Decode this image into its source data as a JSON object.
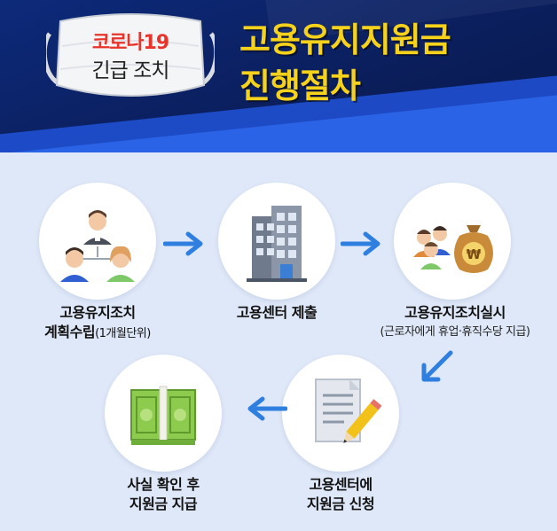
{
  "header": {
    "badge_line1": "코로나19",
    "badge_line2": "긴급 조치",
    "title_line1": "고용유지지원금",
    "title_line2": "진행절차"
  },
  "steps": [
    {
      "title_line1": "고용유지조치",
      "title_line2": "계획수립",
      "note": "(1개월단위)",
      "icon": "people-org-icon"
    },
    {
      "title_line1": "고용센터 제출",
      "icon": "building-icon"
    },
    {
      "title_line1": "고용유지조치실시",
      "note": "(근로자에게 휴업·휴직수당 지급)",
      "icon": "money-bag-icon"
    },
    {
      "title_line1": "고용센터에",
      "title_line2": "지원금 신청",
      "icon": "document-pencil-icon"
    },
    {
      "title_line1": "사실 확인 후",
      "title_line2": "지원금 지급",
      "icon": "cash-bundle-icon"
    }
  ],
  "colors": {
    "header_dark": "#0b1f5e",
    "header_blue": "#2a63e6",
    "title_yellow": "#f7d21a",
    "badge_red": "#e8352b",
    "background": "#dfe8f8",
    "arrow_blue": "#2f7fe0"
  }
}
